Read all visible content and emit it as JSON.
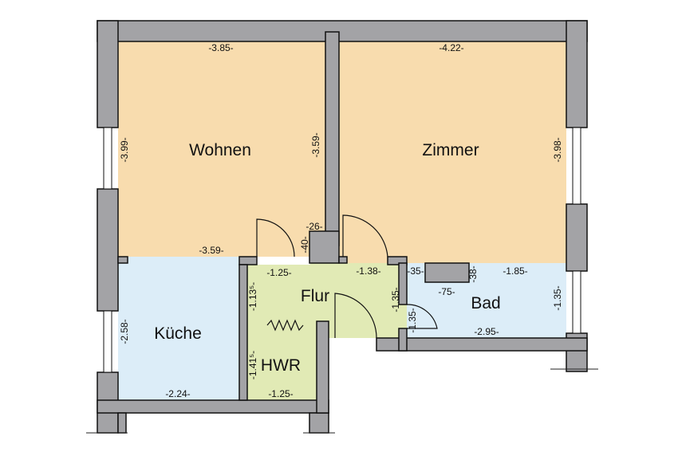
{
  "colors": {
    "living": "#f8dcae",
    "kitchen": "#dcedf8",
    "hall": "#e1eab5",
    "bath": "#dcedf8",
    "wall": "#a3a3a6",
    "background": "#ffffff"
  },
  "rooms": {
    "wohnen": "Wohnen",
    "zimmer": "Zimmer",
    "kueche": "Küche",
    "flur": "Flur",
    "bad": "Bad",
    "hwr": "HWR"
  },
  "dimensions": {
    "wohnen_top": "-3.85-",
    "wohnen_left": "-3.99-",
    "wohnen_right": "-3.59-",
    "wohnen_bottom": "-3.59-",
    "zimmer_top": "-4.22-",
    "zimmer_right": "-3.98-",
    "wall_26": "-26-",
    "wall_40": "-40-",
    "flur_left_top": "-1.25-",
    "flur_right_top": "-1.38-",
    "flur_left_side": "-1.13⁵-",
    "flur_right_side": "-1.35-",
    "bad_35_top": "-35-",
    "bad_38": "-38-",
    "bad_top": "-1.85-",
    "bad_75": "-75-",
    "bad_left": "-1.35-",
    "bad_right": "-1.35-",
    "bad_bottom": "-2.95-",
    "kueche_left": "-2.58-",
    "kueche_bottom": "-2.24-",
    "hwr_left": "-1.41⁵-",
    "hwr_bottom": "-1.25-"
  }
}
